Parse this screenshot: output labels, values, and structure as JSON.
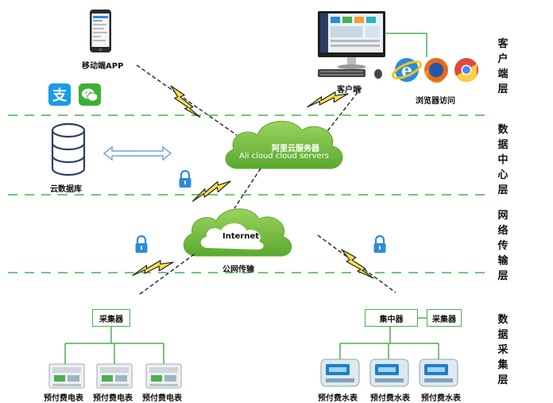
{
  "layers": [
    {
      "label": "客户端层"
    },
    {
      "label": "数据中心层"
    },
    {
      "label": "网络传输层"
    },
    {
      "label": "数据采集层"
    }
  ],
  "client": {
    "mobile_app": "移动端APP",
    "pc_client": "客户端",
    "browser_access": "浏览器访问"
  },
  "datacenter": {
    "cloud_db": "云数据库",
    "cloud_title": "阿里云服务器",
    "cloud_subtitle": "Ali cloud  cloud servers"
  },
  "network": {
    "internet": "Internet",
    "public_net": "公网传输"
  },
  "collection": {
    "collector_left": "采集器",
    "concentrator": "集中器",
    "collector_right": "采集器",
    "meters_left": [
      "预付费电表",
      "预付费电表",
      "预付费电表"
    ],
    "meters_right": [
      "预付费水表",
      "预付费水表",
      "预付费水表"
    ]
  },
  "colors": {
    "accent_green": "#4caf50",
    "cloud_green": "#7bc144",
    "bolt_yellow": "#f4e04d",
    "lock_blue": "#2e8bd6"
  }
}
